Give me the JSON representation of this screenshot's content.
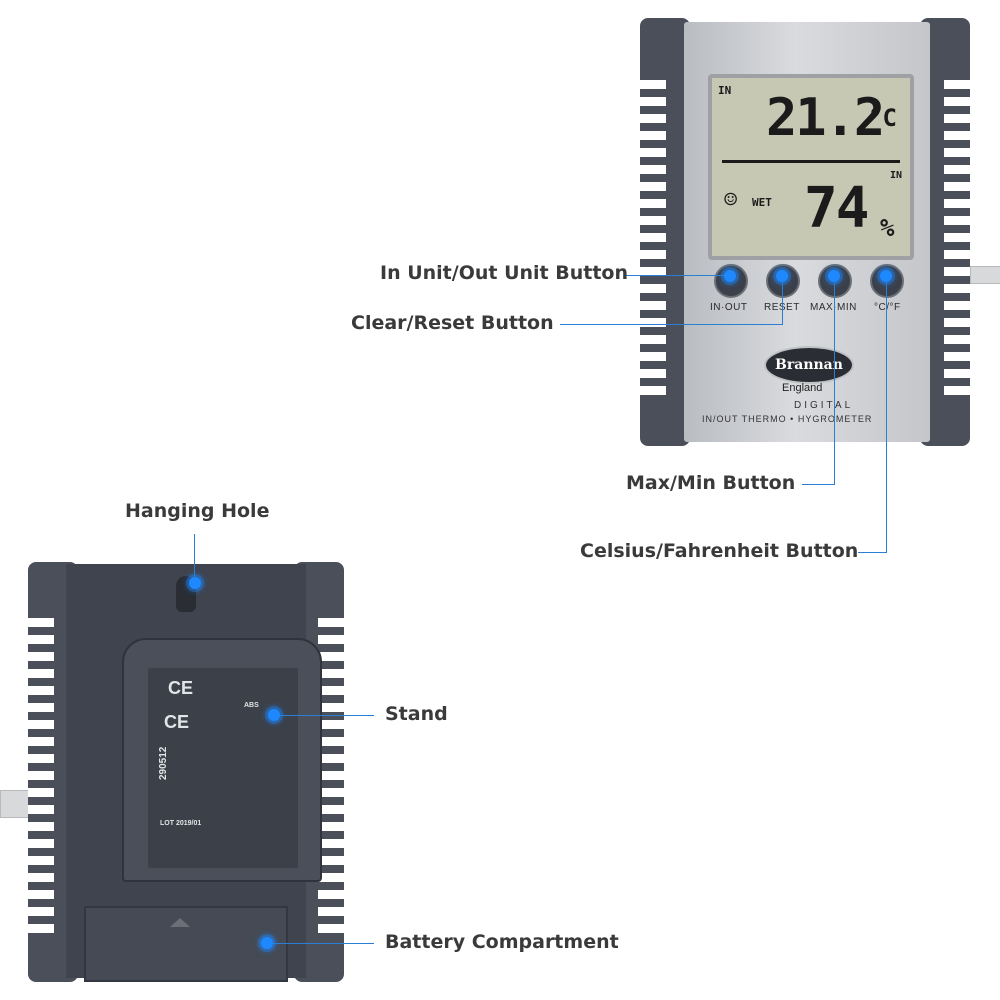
{
  "callouts": {
    "in_out": "In Unit/Out Unit Button",
    "reset": "Clear/Reset Button",
    "maxmin": "Max/Min Button",
    "celsius": "Celsius/Fahrenheit Button",
    "hanging": "Hanging Hole",
    "stand": "Stand",
    "battery": "Battery Compartment"
  },
  "display": {
    "top_in": "IN",
    "temperature": "21.2",
    "temp_unit": "°C",
    "hum_in": "IN",
    "humidity": "74",
    "hum_unit": "%",
    "face_icon": "☺",
    "wet": "WET"
  },
  "buttons": {
    "in_out": "IN·OUT",
    "reset": "RESET",
    "maxmin": "MAX·MIN",
    "cf": "°C/°F"
  },
  "brand": {
    "name": "Brannan",
    "country": "England",
    "line1": "DIGITAL",
    "line2": "IN/OUT THERMO • HYGROMETER"
  },
  "back_labels": {
    "ce": "CE",
    "code": "290512",
    "lot": "LOT 2019/01",
    "abs": "ABS"
  },
  "colors": {
    "accent": "#1e88ff",
    "leader": "#2a7fd4",
    "body": "#4a4f5a"
  }
}
